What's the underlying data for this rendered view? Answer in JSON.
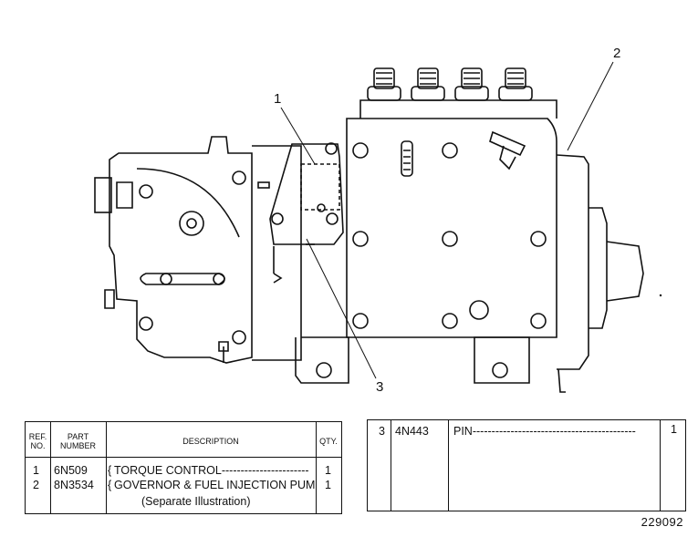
{
  "callouts": [
    "1",
    "2",
    "3"
  ],
  "table_left": {
    "headers": {
      "ref_no_line1": "REF.",
      "ref_no_line2": "NO.",
      "part_number_line1": "PART",
      "part_number_line2": "NUMBER",
      "description": "DESCRIPTION",
      "qty": "QTY."
    },
    "rows": [
      {
        "ref": "1",
        "part": "6N509",
        "description": "TORQUE CONTROL-----------------------",
        "qty": "1"
      },
      {
        "ref": "2",
        "part": "8N3534",
        "description": "GOVERNOR & FUEL INJECTION PUMP",
        "qty": "1"
      }
    ],
    "note": "(Separate Illustration)"
  },
  "table_right": {
    "rows": [
      {
        "ref": "3",
        "part": "4N443",
        "description": "PIN-------------------------------------------",
        "qty": "1"
      }
    ]
  },
  "illustration_number": "229092"
}
